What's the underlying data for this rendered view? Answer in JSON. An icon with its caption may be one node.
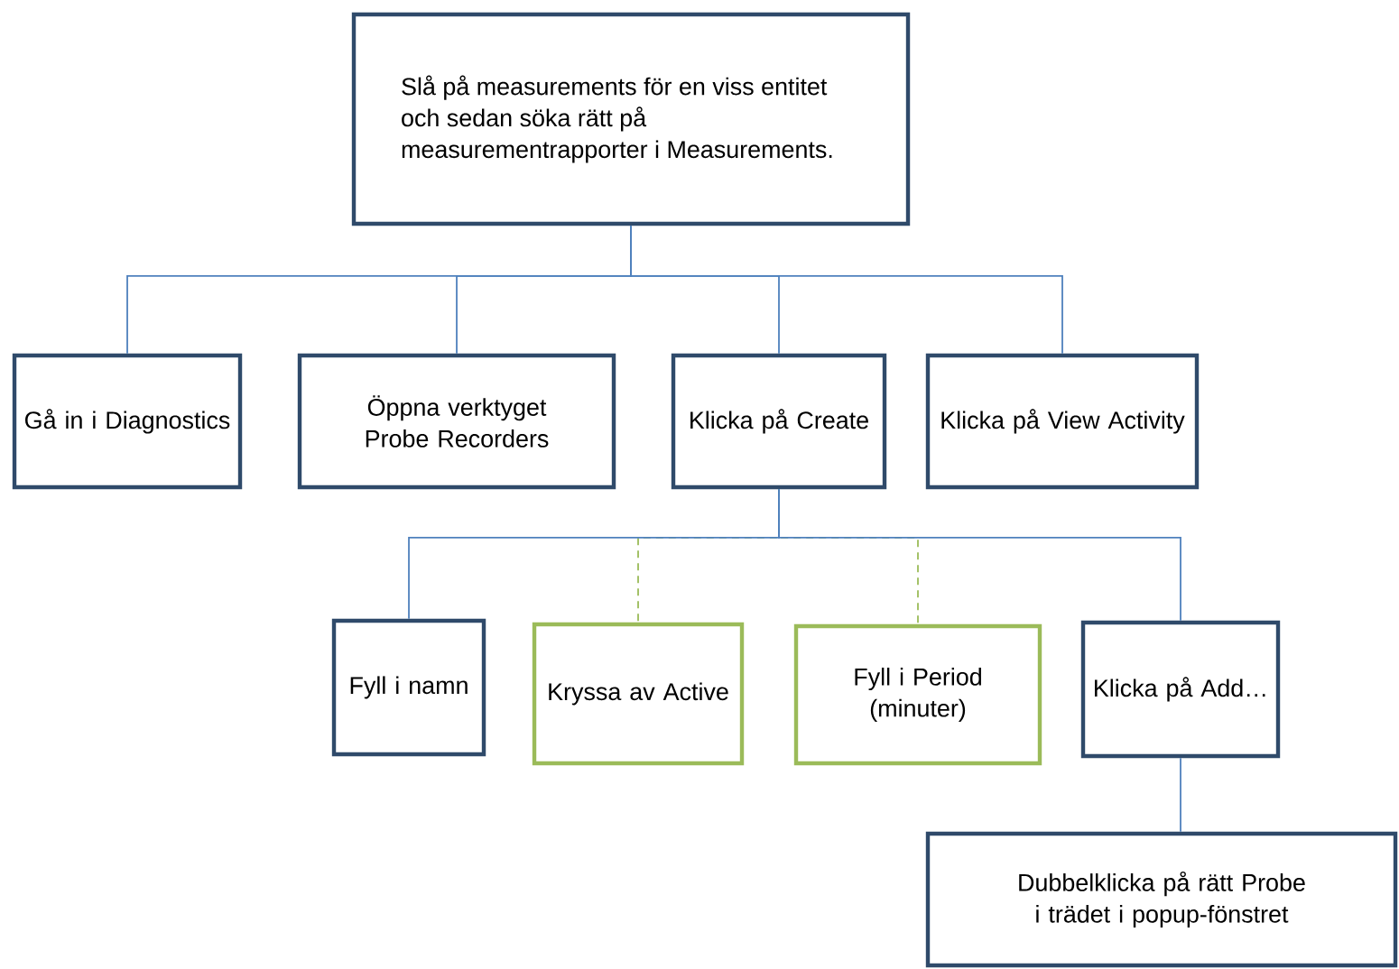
{
  "diagram": {
    "nodes": [
      {
        "text": [
          "Slå på measurements för en viss entitet och sedan söka rätt på measurementrapporter i Measurements."
        ]
      },
      {
        "text": [
          "Gå in i Diagnostics"
        ]
      },
      {
        "text": [
          "Öppna verktyget Probe Recorders"
        ]
      },
      {
        "text": [
          "Klicka på Create"
        ]
      },
      {
        "text": [
          "Klicka på View Activity"
        ]
      },
      {
        "text": [
          "Fyll i namn"
        ]
      },
      {
        "text": [
          "Kryssa av Active"
        ]
      },
      {
        "text": [
          "Fyll i Period (minuter)"
        ]
      },
      {
        "text": [
          "Klicka på Add…"
        ]
      },
      {
        "text": [
          "Dubbelklicka på rätt Probe i trädet i popup-fönstret"
        ]
      }
    ],
    "edges": [
      {
        "from": 0,
        "to": 1,
        "arrow": "none"
      },
      {
        "from": 0,
        "to": 2,
        "arrow": "none"
      },
      {
        "from": 0,
        "to": 3,
        "arrow": "none"
      },
      {
        "from": 0,
        "to": 4,
        "arrow": "none"
      },
      {
        "from": 3,
        "to": 5,
        "arrow": "none"
      },
      {
        "from": 3,
        "to": 6,
        "arrow": "none",
        "style": "dashed",
        "color": "#9bbb59"
      },
      {
        "from": 3,
        "to": 7,
        "arrow": "none",
        "style": "dashed",
        "color": "#9bbb59"
      },
      {
        "from": 3,
        "to": 8,
        "arrow": "none"
      },
      {
        "from": 8,
        "to": 9,
        "arrow": "none"
      }
    ]
  }
}
